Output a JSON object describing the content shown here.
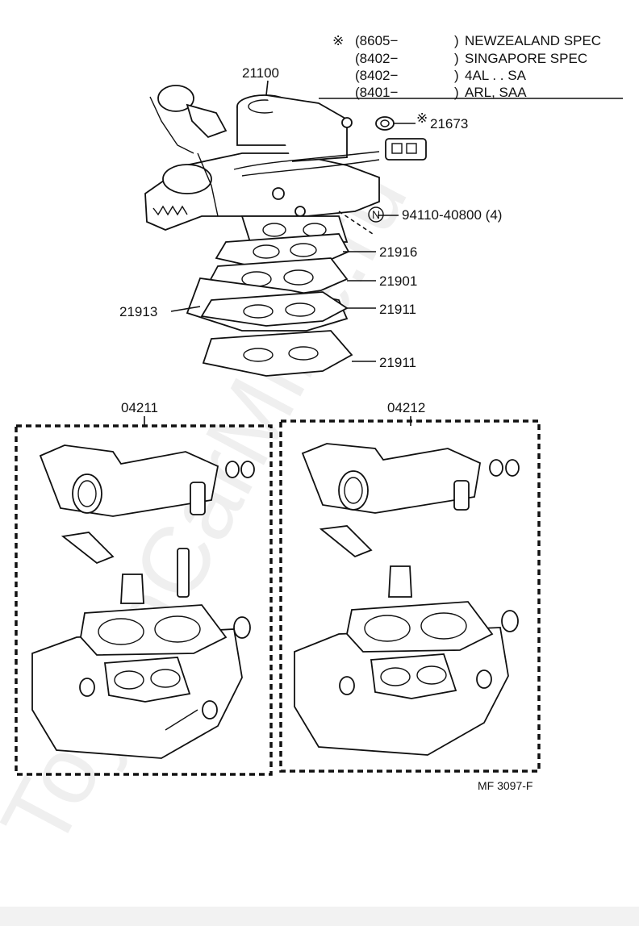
{
  "spec_notes": [
    {
      "mark": "※",
      "code": "(8605−",
      "close": ")",
      "desc": "NEWZEALAND SPEC"
    },
    {
      "mark": "",
      "code": "(8402−",
      "close": ")",
      "desc": "SINGAPORE SPEC"
    },
    {
      "mark": "",
      "code": "(8402−",
      "close": ")",
      "desc": "4AL . . SA"
    },
    {
      "mark": "",
      "code": "(8401−",
      "close": ")",
      "desc": "ARL, SAA"
    }
  ],
  "parts": {
    "carburetor": "21100",
    "pipe_joint_mark": "※",
    "pipe_joint": "21673",
    "nut_symbol": "N",
    "nut": "94110-40800 (4)",
    "insulator": "21916",
    "spacer": "21901",
    "gasket_upper": "21911",
    "gasket_lower": "21911",
    "heat_insulator": "21913"
  },
  "kits": {
    "left": "04211",
    "right": "04212"
  },
  "reference": "MF 3097-F",
  "watermark": "ToyotaCarMine.ru",
  "colors": {
    "ink": "#111111",
    "background": "#ffffff"
  }
}
